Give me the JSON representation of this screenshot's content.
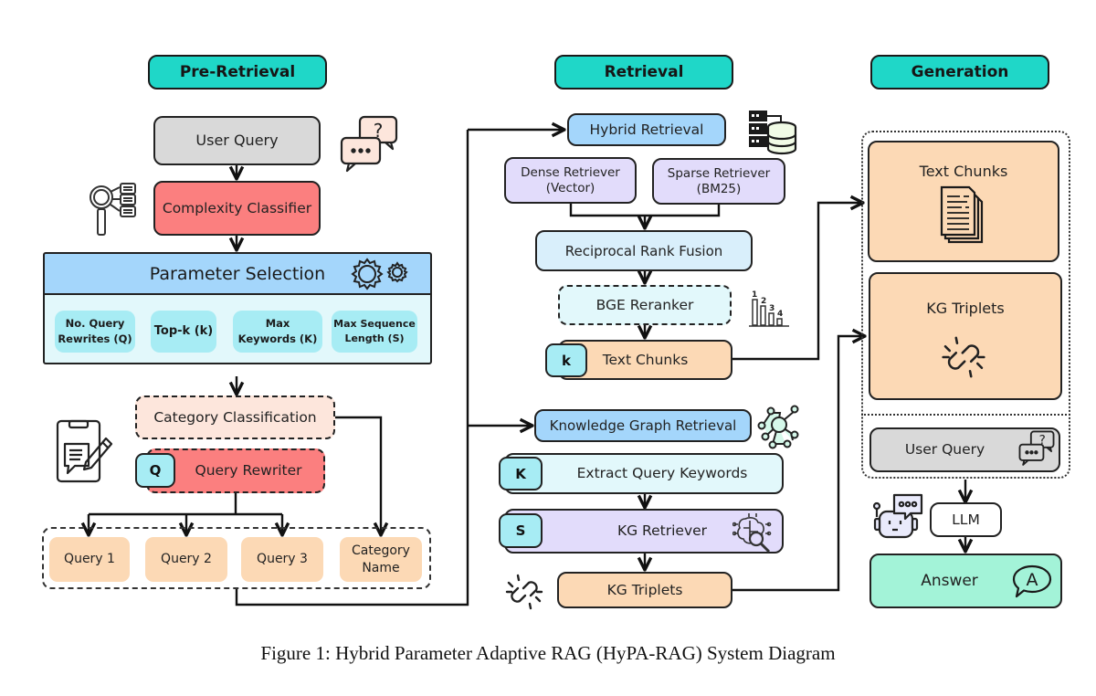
{
  "stages": {
    "pre_retrieval": "Pre-Retrieval",
    "retrieval": "Retrieval",
    "generation": "Generation"
  },
  "pre_retrieval": {
    "user_query": "User Query",
    "complexity_classifier": "Complexity Classifier",
    "parameter_selection": "Parameter Selection",
    "parameters": [
      {
        "line1": "No. Query",
        "line2": "Rewrites (Q)"
      },
      {
        "line1": "Top-k (k)",
        "line2": ""
      },
      {
        "line1": "Max",
        "line2": "Keywords (K)"
      },
      {
        "line1": "Max Sequence",
        "line2": "Length (S)"
      }
    ],
    "category_classification": "Category Classification",
    "query_rewriter": "Query Rewriter",
    "query_rewriter_badge": "Q",
    "outputs": [
      {
        "line1": "Query 1",
        "line2": ""
      },
      {
        "line1": "Query 2",
        "line2": ""
      },
      {
        "line1": "Query 3",
        "line2": ""
      },
      {
        "line1": "Category",
        "line2": "Name"
      }
    ]
  },
  "retrieval": {
    "hybrid_retrieval": "Hybrid Retrieval",
    "dense_retriever": {
      "line1": "Dense Retriever",
      "line2": "(Vector)"
    },
    "sparse_retriever": {
      "line1": "Sparse Retriever",
      "line2": "(BM25)"
    },
    "rrf": "Reciprocal Rank Fusion",
    "reranker": "BGE Reranker",
    "rank_labels": [
      "1",
      "2",
      "3",
      "4"
    ],
    "text_chunks": "Text Chunks",
    "text_chunks_badge": "k",
    "kg_retrieval": "Knowledge Graph Retrieval",
    "extract_keywords": "Extract Query Keywords",
    "extract_keywords_badge": "K",
    "kg_retriever": "KG Retriever",
    "kg_retriever_badge": "S",
    "kg_triplets": "KG Triplets"
  },
  "generation": {
    "text_chunks": "Text Chunks",
    "kg_triplets": "KG Triplets",
    "user_query": "User Query",
    "llm": "LLM",
    "answer": "Answer",
    "answer_icon_letter": "A"
  },
  "caption": "Figure 1: Hybrid Parameter Adaptive RAG (HyPA-RAG) System Diagram",
  "colors": {
    "header": "#1fd7c8",
    "pre_retrieval_top_bg": "#fde6dc",
    "pre_retrieval_bottom_bg": "#fdf8ea",
    "retrieval_top_bg": "#f1fbe6",
    "retrieval_bottom_bg": "#d5f8ea",
    "generation_bg": "#e9eafb",
    "classifier_red": "#fb7f7f",
    "param_blue": "#a4d6fb",
    "param_light": "#e2f8fb",
    "param_chip": "#a7ecf4",
    "lavender": "#e2dcfb",
    "peach": "#fcd9b5",
    "gray": "#d9d9d9",
    "answer_green": "#a3f3d8"
  }
}
